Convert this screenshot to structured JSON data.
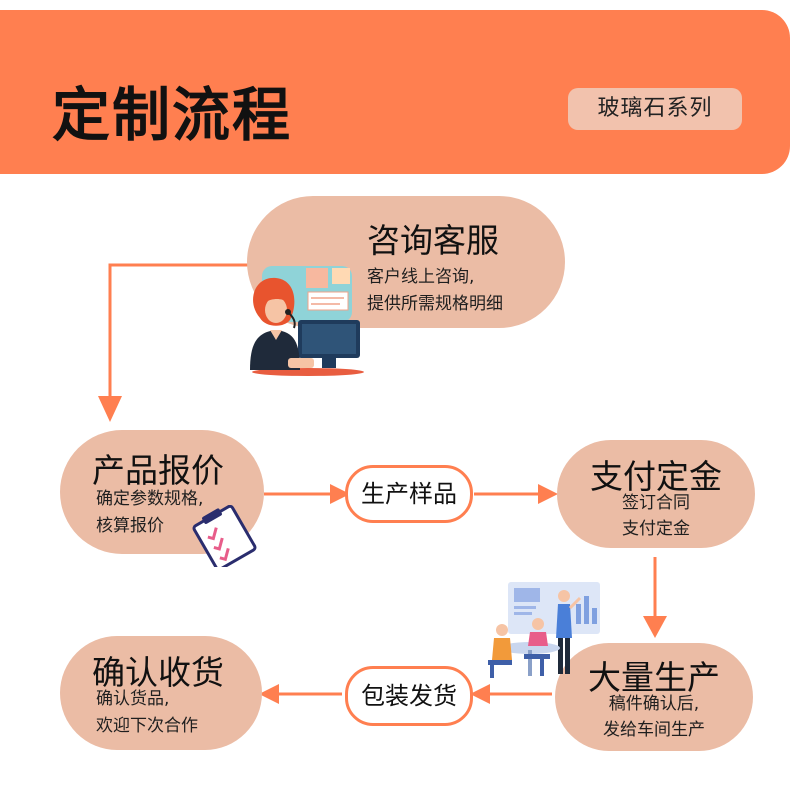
{
  "header": {
    "title": "定制流程",
    "series_badge": "玻璃石系列"
  },
  "steps": {
    "consult": {
      "title": "咨询客服",
      "line1": "客户线上咨询,",
      "line2": "提供所需规格明细"
    },
    "quote": {
      "title": "产品报价",
      "line1": "确定参数规格,",
      "line2": "核算报价"
    },
    "sample": {
      "title": "生产样品"
    },
    "deposit": {
      "title": "支付定金",
      "line1": "签订合同",
      "line2": "支付定金"
    },
    "production": {
      "title": "大量生产",
      "line1": "稿件确认后,",
      "line2": "发给车间生产"
    },
    "packing": {
      "title": "包装发货"
    },
    "receipt": {
      "title": "确认收货",
      "line1": "确认货品,",
      "line2": "欢迎下次合作"
    }
  },
  "icons": {
    "consult": "customer-service-woman-icon",
    "quote": "clipboard-checklist-icon",
    "production": "team-meeting-icon"
  },
  "colors": {
    "accent": "#ff7f50",
    "node_fill": "#ebbca5",
    "badge_fill": "#f2c2ad"
  }
}
